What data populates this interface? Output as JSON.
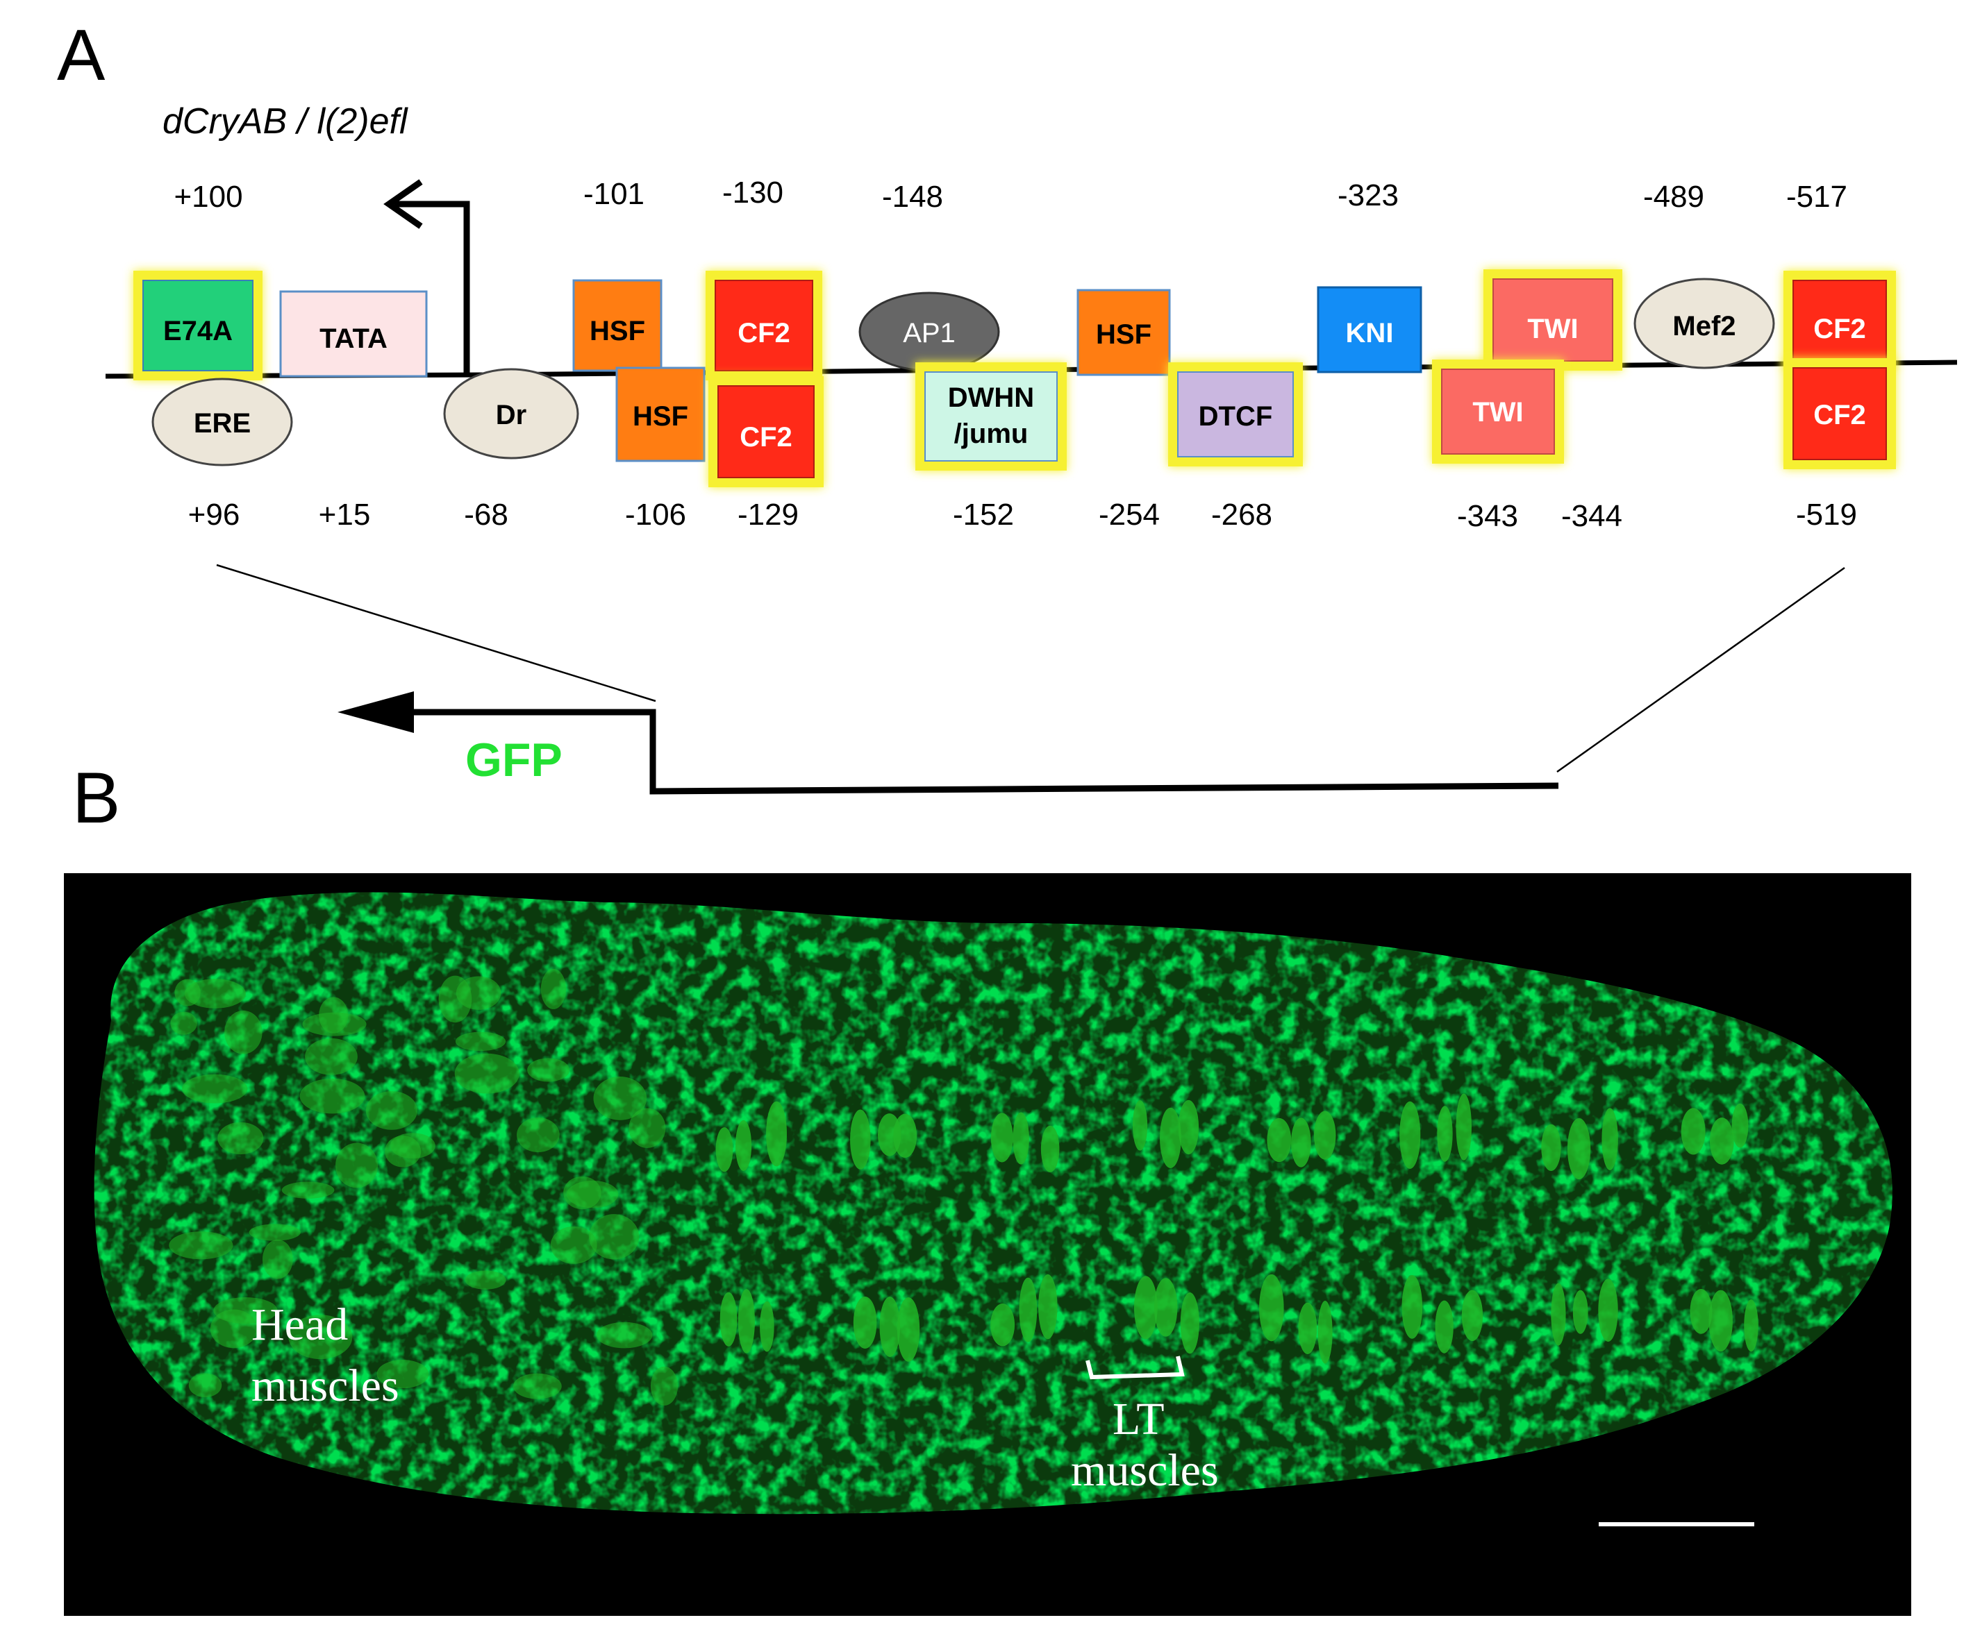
{
  "panel_a": {
    "letter": "A",
    "gene": "dCryAB / l(2)efl",
    "positions_top": [
      "+100",
      "-101",
      "-130",
      "-148",
      "-323",
      "-489",
      "-517"
    ],
    "positions_bottom": [
      "+96",
      "+15",
      "-68",
      "-106",
      "-129",
      "-152",
      "-254",
      "-268",
      "-343",
      "-344",
      "-519"
    ],
    "elements": [
      {
        "label": "E74A",
        "shape": "box",
        "fill": "#22d07a",
        "text_color": "#000000",
        "highlight": true
      },
      {
        "label": "TATA",
        "shape": "box",
        "fill": "#fde4e6",
        "text_color": "#000000",
        "highlight": false
      },
      {
        "label": "HSF",
        "shape": "box",
        "fill": "#ff7d12",
        "text_color": "#000000",
        "highlight": false
      },
      {
        "label": "CF2",
        "shape": "box",
        "fill": "#ff2a18",
        "text_color": "#ffffff",
        "highlight": true
      },
      {
        "label": "AP1",
        "shape": "ellipse",
        "fill": "#666666",
        "text_color": "#ffffff",
        "highlight": false
      },
      {
        "label": "HSF",
        "shape": "box",
        "fill": "#ff7d12",
        "text_color": "#000000",
        "highlight": false
      },
      {
        "label": "KNI",
        "shape": "box",
        "fill": "#138df6",
        "text_color": "#ffffff",
        "highlight": false
      },
      {
        "label": "TWI",
        "shape": "box",
        "fill": "#fb6a63",
        "text_color": "#ffffff",
        "highlight": true
      },
      {
        "label": "Mef2",
        "shape": "ellipse",
        "fill": "#ece6d9",
        "text_color": "#000000",
        "highlight": false
      },
      {
        "label": "CF2",
        "shape": "box",
        "fill": "#ff2a18",
        "text_color": "#ffffff",
        "highlight": true
      },
      {
        "label": "ERE",
        "shape": "ellipse",
        "fill": "#ece6d9",
        "text_color": "#000000",
        "highlight": false
      },
      {
        "label": "Dr",
        "shape": "ellipse",
        "fill": "#ece6d9",
        "text_color": "#000000",
        "highlight": false
      },
      {
        "label": "HSF",
        "shape": "box",
        "fill": "#ff7d12",
        "text_color": "#000000",
        "highlight": false
      },
      {
        "label": "CF2",
        "shape": "box",
        "fill": "#ff2a18",
        "text_color": "#ffffff",
        "highlight": true
      },
      {
        "label": "DWHN",
        "label2": "/jumu",
        "shape": "box",
        "fill": "#cdf6e6",
        "text_color": "#000000",
        "highlight": true
      },
      {
        "label": "DTCF",
        "shape": "box",
        "fill": "#cab7e0",
        "text_color": "#000000",
        "highlight": true
      },
      {
        "label": "TWI",
        "shape": "box",
        "fill": "#fb6a63",
        "text_color": "#ffffff",
        "highlight": true
      },
      {
        "label": "CF2",
        "shape": "box",
        "fill": "#ff2a18",
        "text_color": "#ffffff",
        "highlight": true
      }
    ],
    "reporter": "GFP"
  },
  "panel_b": {
    "letter": "B",
    "label_head_line1": "Head",
    "label_head_line2": "muscles",
    "label_lt_line1": "LT",
    "label_lt_line2": "muscles"
  },
  "colors": {
    "highlight_ring": "#f6f032",
    "gfp_green": "#22e033",
    "micrograph_bg": "#000000",
    "muscle_green": "#21b427"
  }
}
